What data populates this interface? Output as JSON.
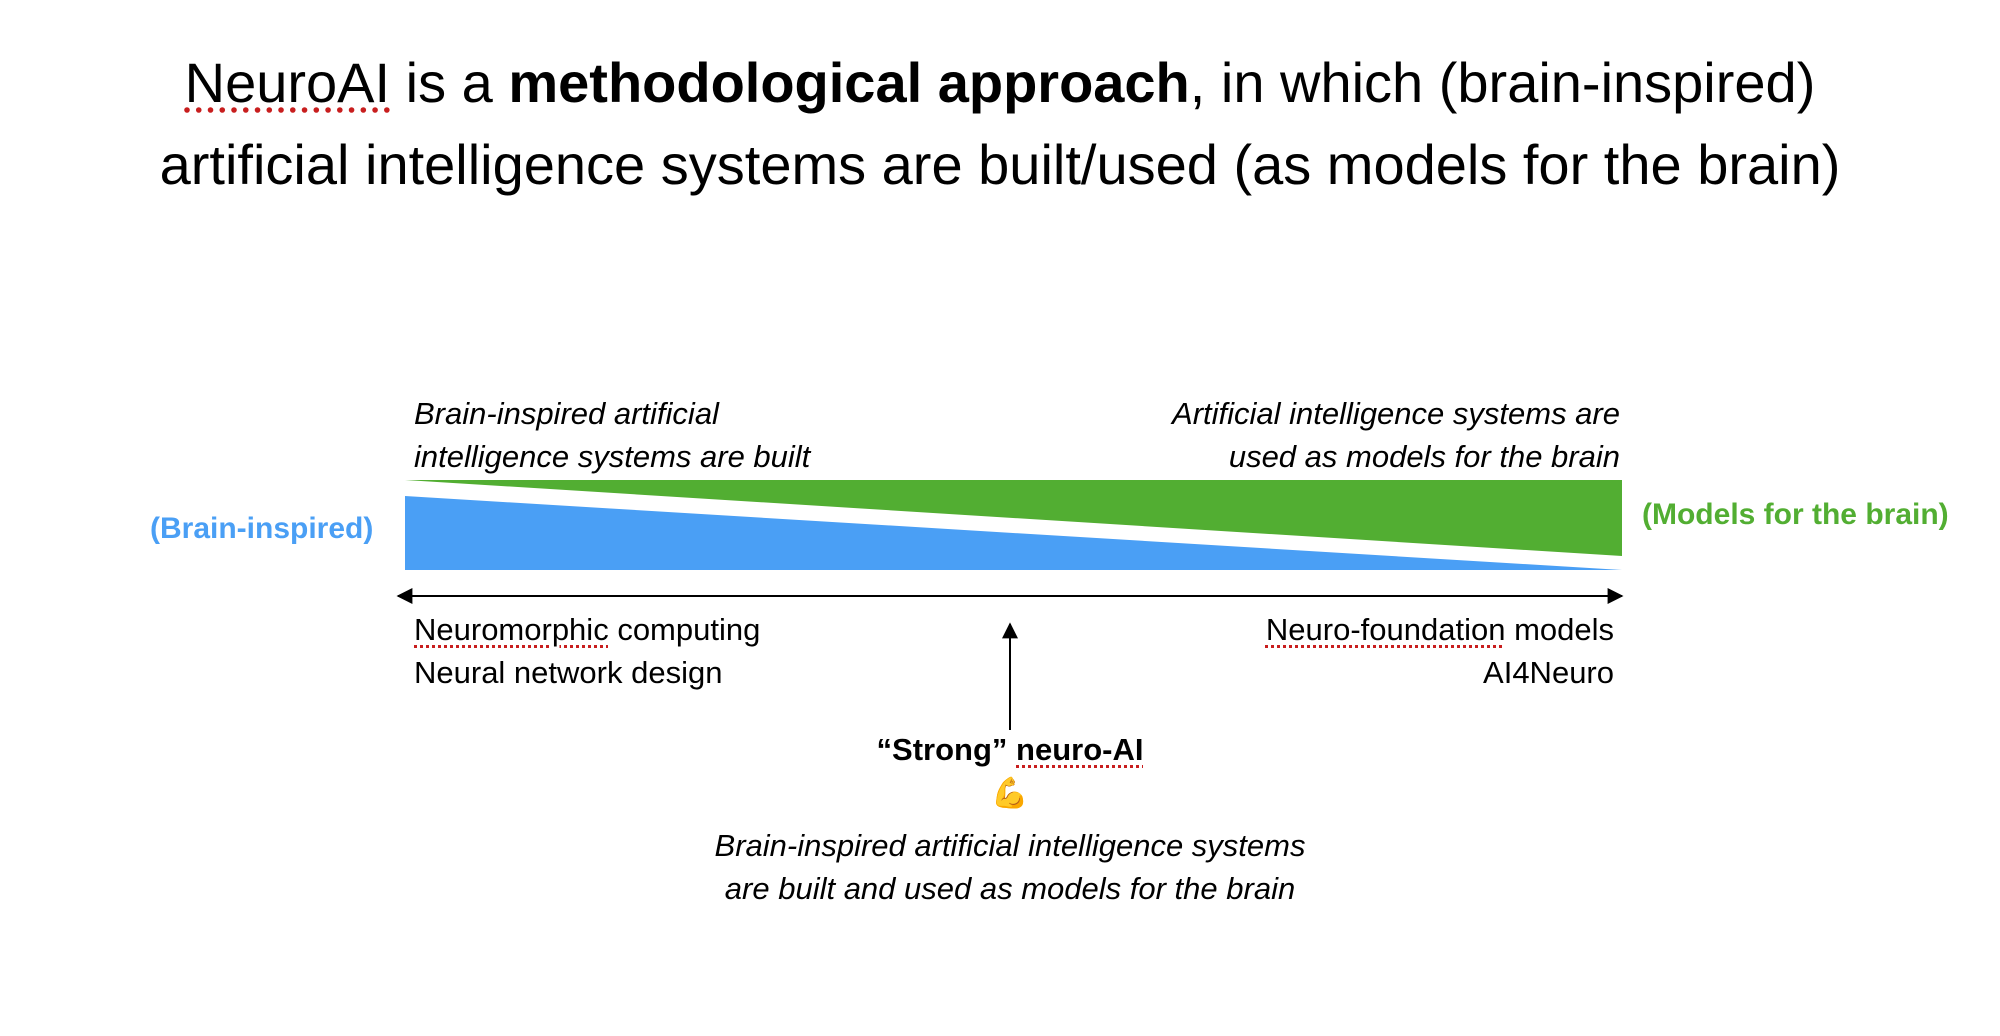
{
  "title": {
    "line1_neuroai": "NeuroAI",
    "line1_a": " is a ",
    "line1_bold": "methodological approach",
    "line1_b": ", in which (brain-inspired)",
    "line2": "artificial intelligence systems are built/used (as models for the brain)"
  },
  "left_caption": {
    "line1": "Brain-inspired artificial",
    "line2": "intelligence systems are built"
  },
  "right_caption": {
    "line1": "Artificial intelligence systems are",
    "line2": "used as models for the brain"
  },
  "left_side_label": "(Brain-inspired)",
  "right_side_label": "(Models for the brain)",
  "left_examples": {
    "item1_word": "Neuromorphic",
    "item1_rest": " computing",
    "item2": "Neural network design"
  },
  "right_examples": {
    "item1_word": "Neuro-foundation",
    "item1_rest": " models",
    "item2": "AI4Neuro"
  },
  "strong": {
    "quoted": "“Strong” ",
    "term": "neuro-AI",
    "emoji": "💪"
  },
  "strong_caption": {
    "line1": "Brain-inspired artificial intelligence systems",
    "line2": "are built and used as models for the brain"
  },
  "colors": {
    "blue": "#4a9ff5",
    "green": "#52ae32"
  }
}
